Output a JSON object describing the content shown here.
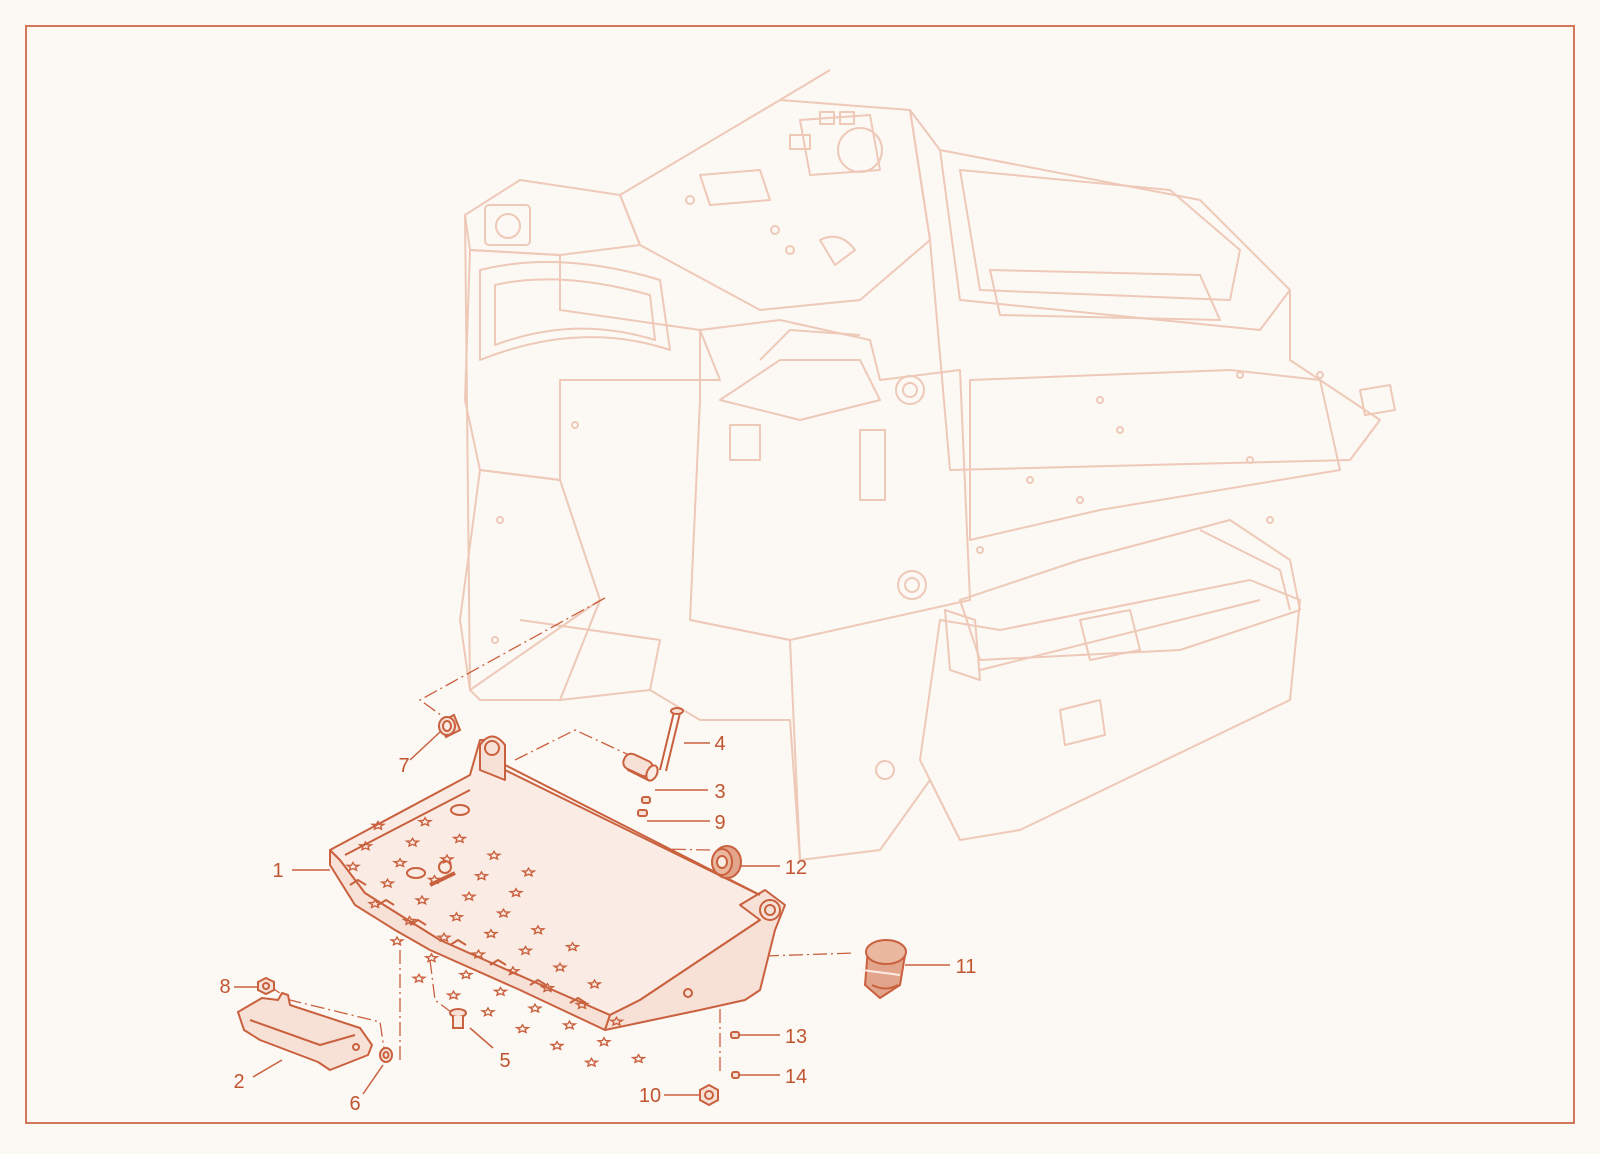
{
  "colors": {
    "background": "#fcf8f4",
    "border": "#d2775a",
    "ghost": "#eec9b8",
    "part_stroke": "#c9603e",
    "part_fill": "#f7e1d6",
    "label": "#c0552f"
  },
  "callouts": [
    {
      "id": "1",
      "label": "1"
    },
    {
      "id": "2",
      "label": "2"
    },
    {
      "id": "3",
      "label": "3"
    },
    {
      "id": "4",
      "label": "4"
    },
    {
      "id": "5",
      "label": "5"
    },
    {
      "id": "6",
      "label": "6"
    },
    {
      "id": "7",
      "label": "7"
    },
    {
      "id": "8",
      "label": "8"
    },
    {
      "id": "9",
      "label": "9"
    },
    {
      "id": "10",
      "label": "10"
    },
    {
      "id": "11",
      "label": "11"
    },
    {
      "id": "12",
      "label": "12"
    },
    {
      "id": "13",
      "label": "13"
    },
    {
      "id": "14",
      "label": "14"
    }
  ]
}
